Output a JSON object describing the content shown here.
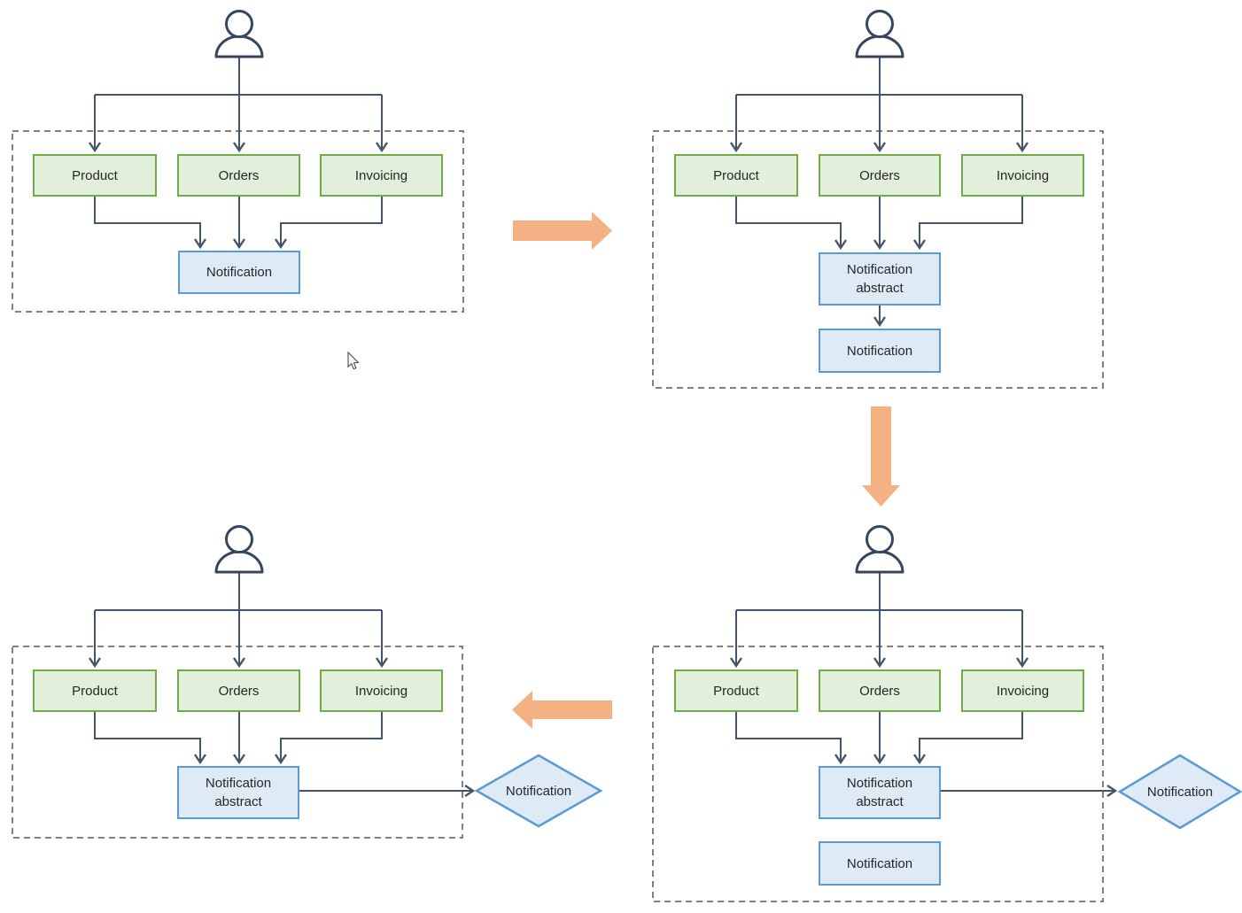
{
  "screen": {
    "mouse_cursor": "arrow-pointer"
  },
  "colors": {
    "service_box_fill": "#E2EFDA",
    "service_box_border": "#70AD47",
    "notification_box_fill": "#DEEBF7",
    "notification_box_border": "#5B9BD5",
    "connector_line": "#44546A",
    "dashed_boundary": "#808080",
    "transition_arrow": "#F4B183",
    "text": "#262626"
  },
  "transition_arrows": [
    {
      "direction": "right",
      "from_panel": "top-left",
      "to_panel": "top-right"
    },
    {
      "direction": "down",
      "from_panel": "top-right",
      "to_panel": "bottom-right"
    },
    {
      "direction": "left",
      "from_panel": "bottom-right",
      "to_panel": "bottom-left"
    }
  ],
  "panels": [
    {
      "position": "top-left",
      "actor": "person",
      "services": [
        "Product",
        "Orders",
        "Invoicing"
      ],
      "notification_label": "Notification"
    },
    {
      "position": "top-right",
      "actor": "person",
      "services": [
        "Product",
        "Orders",
        "Invoicing"
      ],
      "abstract_label": "Notification abstract",
      "notification_label": "Notification"
    },
    {
      "position": "bottom-left",
      "actor": "person",
      "services": [
        "Product",
        "Orders",
        "Invoicing"
      ],
      "abstract_label": "Notification abstract",
      "external_notification_label": "Notification"
    },
    {
      "position": "bottom-right",
      "actor": "person",
      "services": [
        "Product",
        "Orders",
        "Invoicing"
      ],
      "abstract_label": "Notification abstract",
      "notification_label": "Notification",
      "external_notification_label": "Notification"
    }
  ]
}
